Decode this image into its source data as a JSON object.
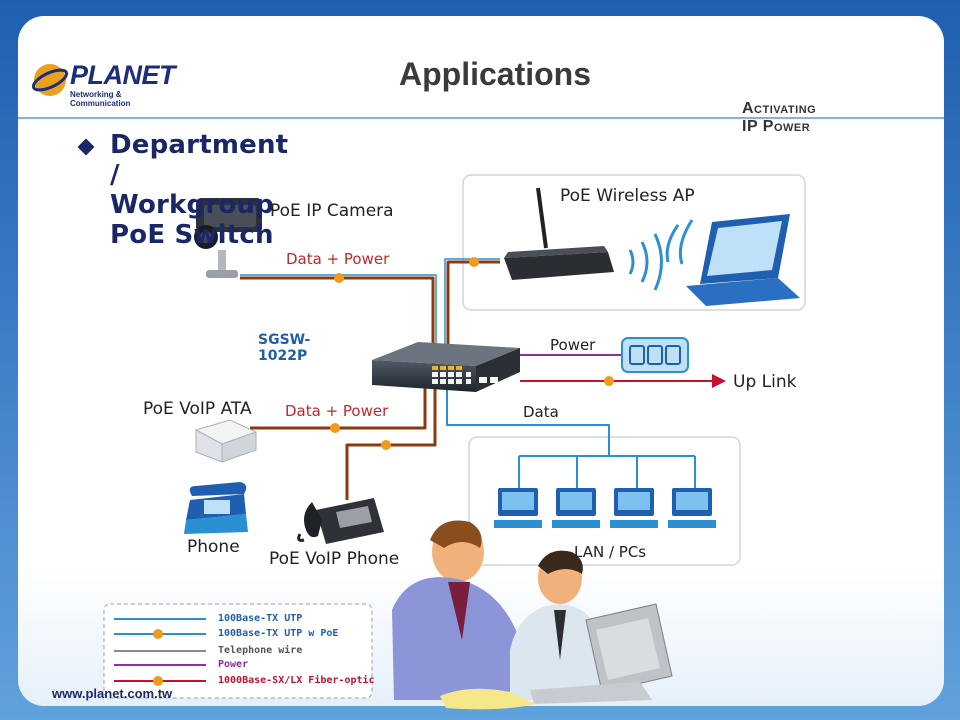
{
  "header": {
    "logo_text": "PLANET",
    "logo_sub": "Networking & Communication",
    "title": "Applications",
    "tagline": "Activating IP Power"
  },
  "bullet": {
    "text": "Department / Workgroup PoE Switch"
  },
  "diagram": {
    "labels": {
      "ip_camera": "PoE IP Camera",
      "data_power_top": "Data + Power",
      "wireless_ap": "PoE Wireless AP",
      "switch_model": "SGSW-1022P",
      "power": "Power",
      "up_link": "Up Link",
      "voip_ata": "PoE VoIP ATA",
      "data_power_bottom": "Data + Power",
      "data": "Data",
      "phone": "Phone",
      "voip_phone": "PoE VoIP Phone",
      "lan_pcs": "LAN / PCs"
    },
    "legend": [
      {
        "label": "100Base-TX UTP",
        "color": "#2b8fd4"
      },
      {
        "label": "100Base-TX UTP w PoE",
        "color": "#2b8fd4"
      },
      {
        "label": "Telephone wire",
        "color": "#8a8a8a"
      },
      {
        "label": "Power",
        "color": "#8e2f9e"
      },
      {
        "label": "1000Base-SX/LX Fiber-optic",
        "color": "#c8102e"
      }
    ],
    "colors": {
      "poe_cable": "#8b3a0f",
      "utp": "#2b8fd4",
      "power": "#8e2f9e",
      "fiber": "#c8102e",
      "poe_dot": "#f29a1b"
    }
  },
  "footer": {
    "url": "www.planet.com.tw"
  }
}
